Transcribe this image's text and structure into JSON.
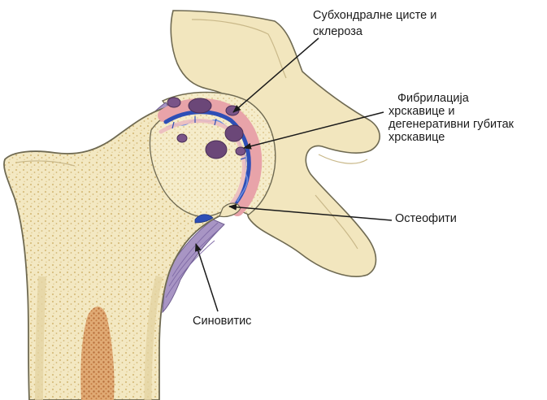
{
  "labels": {
    "subchondral_line1": "Субхондралне цисте и",
    "subchondral_line2": "склероза",
    "fibrillation_line1": "Фибрилација",
    "fibrillation_line2": "хрскавице  и",
    "fibrillation_line3": "дегенеративни губитак",
    "fibrillation_line4": "хрскавице",
    "osteophytes": "Остеофити",
    "synovitis": "Синовитис"
  },
  "colors": {
    "bone_fill": "#f2e6be",
    "bone_outline": "#6f6a52",
    "bone_dots": "#d8be7e",
    "marrow": "#c98a52",
    "cartilage_pink": "#e8a3a9",
    "blue_layer": "#2e4fb6",
    "cysts": "#6b4778",
    "synovium": "#a895c4",
    "leader_arrows": "#1a1a1a"
  }
}
